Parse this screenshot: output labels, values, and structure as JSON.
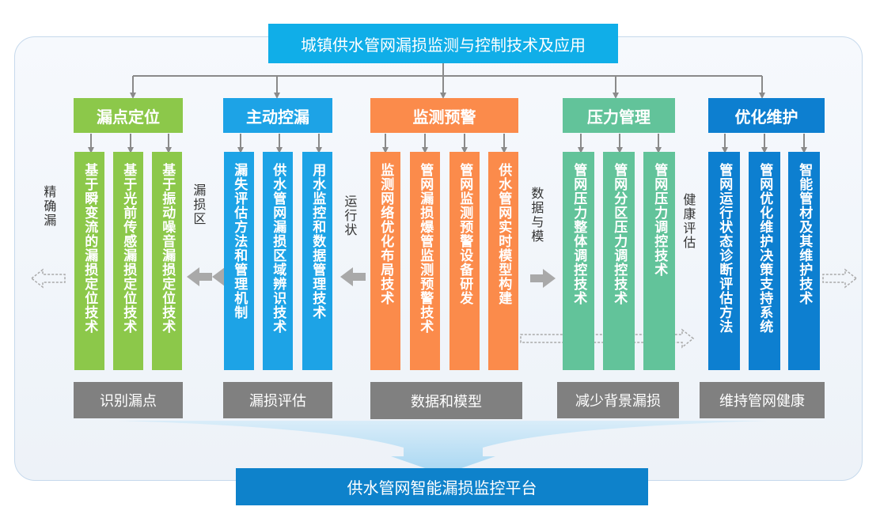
{
  "title": "城镇供水管网漏损监测与控制技术及应用",
  "platform": "供水管网智能漏损监控平台",
  "colors": {
    "green": "#8cc84a",
    "blue": "#1da3e6",
    "orange": "#fb8b4b",
    "teal": "#62c39a",
    "navy": "#0d7fd0",
    "gray": "#808080"
  },
  "groups": [
    {
      "category": "漏点定位",
      "items": [
        "基于瞬变流的漏损定位技术",
        "基于光前传感漏损定位技术",
        "基于振动噪音漏损定位技术"
      ],
      "output": "识别漏点"
    },
    {
      "category": "主动控漏",
      "items": [
        "漏失评估方法和管理机制",
        "供水管网漏损区域辨识技术",
        "用水监控和数据管理技术"
      ],
      "output": "漏损评估"
    },
    {
      "category": "监测预警",
      "items": [
        "监测网络优化布局技术",
        "管网漏损爆管监测预警技术",
        "管网监测预警设备研发",
        "供水管网实时模型构建"
      ],
      "output": "数据和模型"
    },
    {
      "category": "压力管理",
      "items": [
        "管网压力整体调控技术",
        "管网分区压力调控技术",
        "管网压力调控技术"
      ],
      "output": "减少背景漏损"
    },
    {
      "category": "优化维护",
      "items": [
        "管网运行状态诊断评估方法",
        "管网优化维护决策支持系统",
        "智能管材及其维护技术"
      ],
      "output": "维持管网健康"
    }
  ],
  "side_labels": {
    "precise": "精确漏",
    "zone": "漏损区",
    "running": "运行状",
    "data_model": "数据与模",
    "health": "健康评估"
  }
}
